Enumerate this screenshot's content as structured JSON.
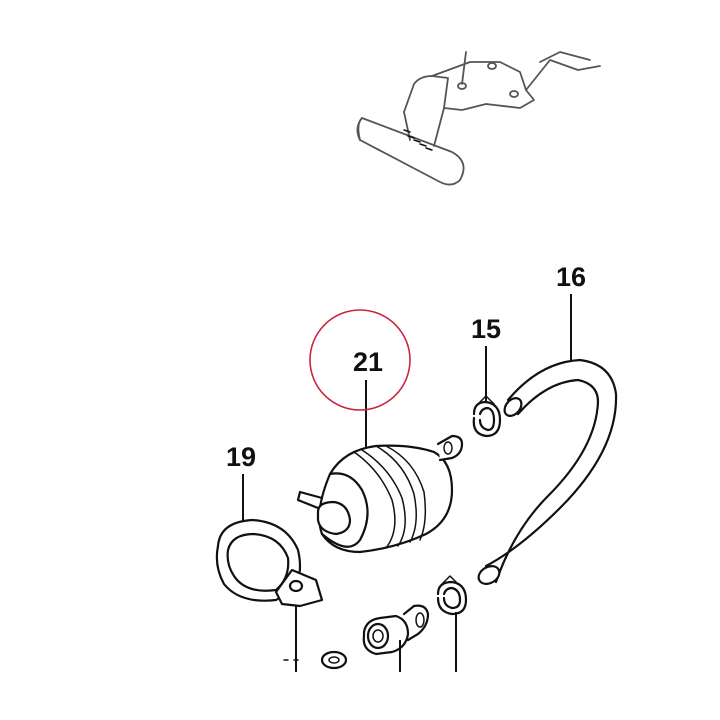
{
  "callouts": [
    {
      "id": "c16",
      "text": "16"
    },
    {
      "id": "c15",
      "text": "15"
    },
    {
      "id": "c21",
      "text": "21"
    },
    {
      "id": "c19",
      "text": "19"
    }
  ],
  "highlight": {
    "target": "21",
    "color": "#c8283c"
  }
}
